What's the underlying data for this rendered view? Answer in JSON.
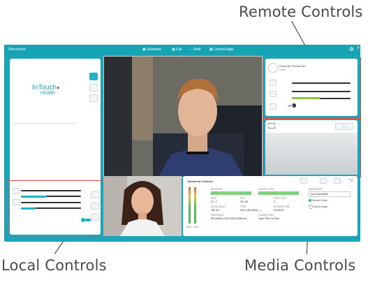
{
  "callouts": {
    "remote": "Remote Controls",
    "local": "Local Controls",
    "media": "Media Controls"
  },
  "topbar": {
    "disconnect": "Disconnect",
    "standard": "Standard",
    "exit": "Exit",
    "shell": "Shell",
    "clinical_apps": "Clinical Apps"
  },
  "logo": {
    "main": "InTouch",
    "sub": "Health"
  },
  "remote": {
    "name": "Presenter Room/Cart",
    "status": "Online"
  },
  "advanced": {
    "title": "Advanced Controls",
    "labels": {
      "received": "RECEIVED",
      "sent": "SENT",
      "packet_loss": "PACKET LOSS",
      "fps": "FPS",
      "video_size": "VIDEO SIZE",
      "session_time": "SESSION TIME",
      "audio_delay": "AUDIO DELAY",
      "type": "TYPE",
      "session_id": "SESSION ID",
      "connection": "CONNECTION"
    },
    "values": {
      "sent": "27 / 7",
      "fps": "15 / 30",
      "video_size": "3",
      "audio_delay": "180 ms",
      "type": "RUL (HD Wired ...)",
      "session_time": "00:00:00",
      "session_id": "9E1194A5-2709-11E5-ACB6-ee...",
      "connection": "Type: Peer-to-Peer"
    },
    "meter_labels": [
      "MIC1",
      "MIC2"
    ],
    "bandwidth_label": "BANDWIDTH",
    "bandwidth_value": "Auto Bandwidth",
    "option1": "Stream Video",
    "option2": "Show Image"
  },
  "colors": {
    "accent": "#1aa6b7",
    "callout_box": "#d9534f"
  }
}
